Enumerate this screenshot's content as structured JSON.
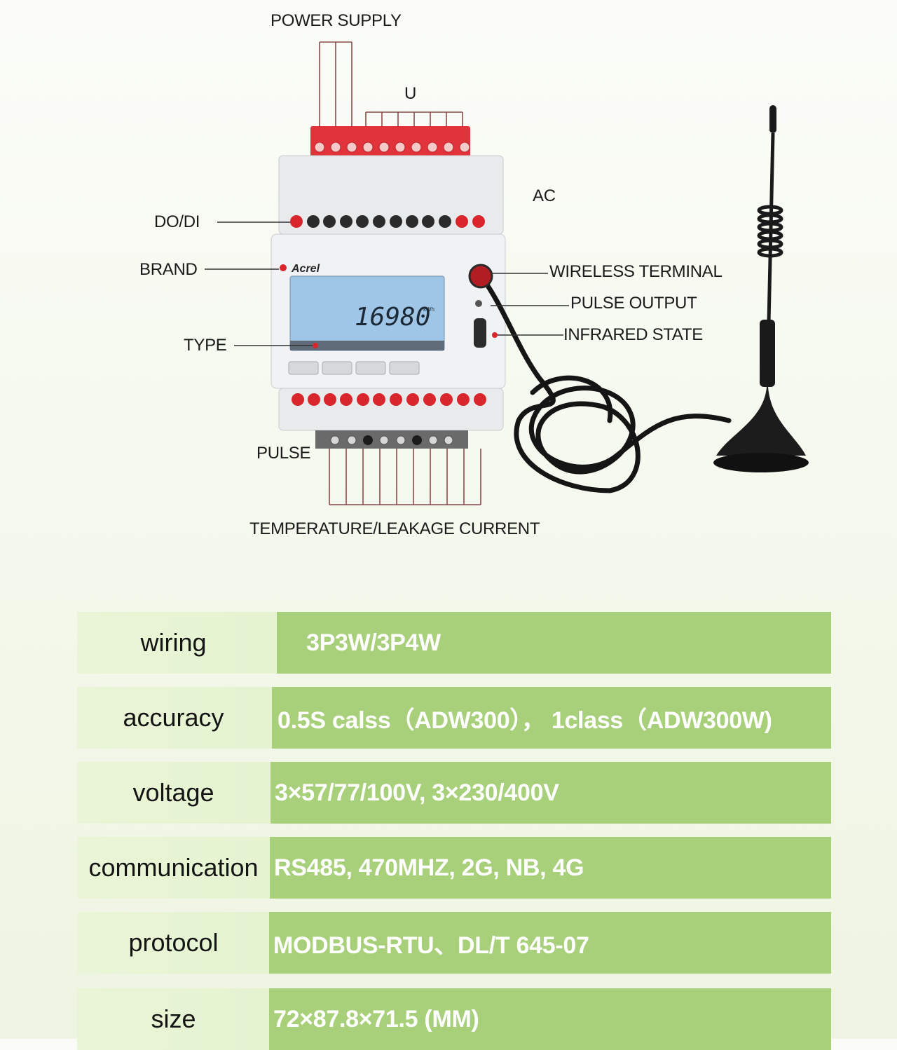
{
  "labels": {
    "power_supply": "POWER SUPPLY",
    "u": "U",
    "ac": "AC",
    "do_di": "DO/DI",
    "brand": "BRAND",
    "type": "TYPE",
    "wireless_terminal": "WIRELESS TERMINAL",
    "pulse_output": "PULSE OUTPUT",
    "infrared_state": "INFRARED STATE",
    "pulse": "PULSE",
    "temp_leakage": "TEMPERATURE/LEAKAGE CURRENT"
  },
  "device": {
    "brand_logo": "Acrel",
    "display_reading": "16980",
    "display_unit": "kWh"
  },
  "colors": {
    "terminal_red": "#e0343a",
    "lcd_blue": "#9fc6e6",
    "spec_value_bg": "#a8d07a",
    "spec_key_bg": "#e4f2cf"
  },
  "specs": [
    {
      "key": "wiring",
      "value": "3P3W/3P4W"
    },
    {
      "key": "accuracy",
      "value": "0.5S calss（ADW300）， 1class（ADW300W)"
    },
    {
      "key": "voltage",
      "value": "3×57/77/100V, 3×230/400V"
    },
    {
      "key": "communication",
      "value": "RS485, 470MHZ, 2G, NB, 4G"
    },
    {
      "key": "protocol",
      "value": "MODBUS-RTU、DL/T 645-07"
    },
    {
      "key": "size",
      "value": "72×87.8×71.5 (MM)"
    }
  ]
}
